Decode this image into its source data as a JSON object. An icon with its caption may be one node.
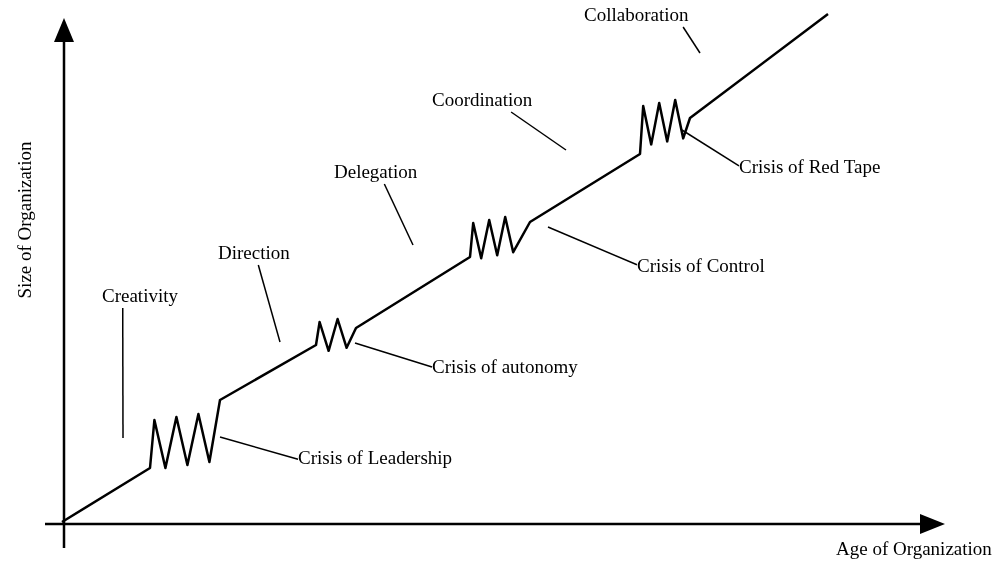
{
  "diagram": {
    "nodes": [
      {
        "text": [
          "Creativity"
        ]
      },
      {
        "text": [
          "Direction"
        ]
      },
      {
        "text": [
          "Delegation"
        ]
      },
      {
        "text": [
          "Coordination"
        ]
      },
      {
        "text": [
          "Collaboration"
        ]
      },
      {
        "text": [
          "Crisis of Leadership"
        ]
      },
      {
        "text": [
          "Crisis of autonomy"
        ]
      },
      {
        "text": [
          "Crisis of Control"
        ]
      },
      {
        "text": [
          "Crisis of Red Tape"
        ]
      }
    ],
    "edges": [
      {
        "from": 0,
        "to": null,
        "arrow": "none"
      },
      {
        "from": 1,
        "to": null,
        "arrow": "none"
      },
      {
        "from": 2,
        "to": null,
        "arrow": "none"
      },
      {
        "from": 3,
        "to": null,
        "arrow": "none"
      },
      {
        "from": 4,
        "to": null,
        "arrow": "none"
      },
      {
        "from": 5,
        "to": null,
        "arrow": "none"
      },
      {
        "from": 6,
        "to": null,
        "arrow": "none"
      },
      {
        "from": 7,
        "to": null,
        "arrow": "none"
      },
      {
        "from": 8,
        "to": null,
        "arrow": "none"
      }
    ],
    "labels": [
      "Size of Organization",
      "Age of Organization"
    ]
  }
}
